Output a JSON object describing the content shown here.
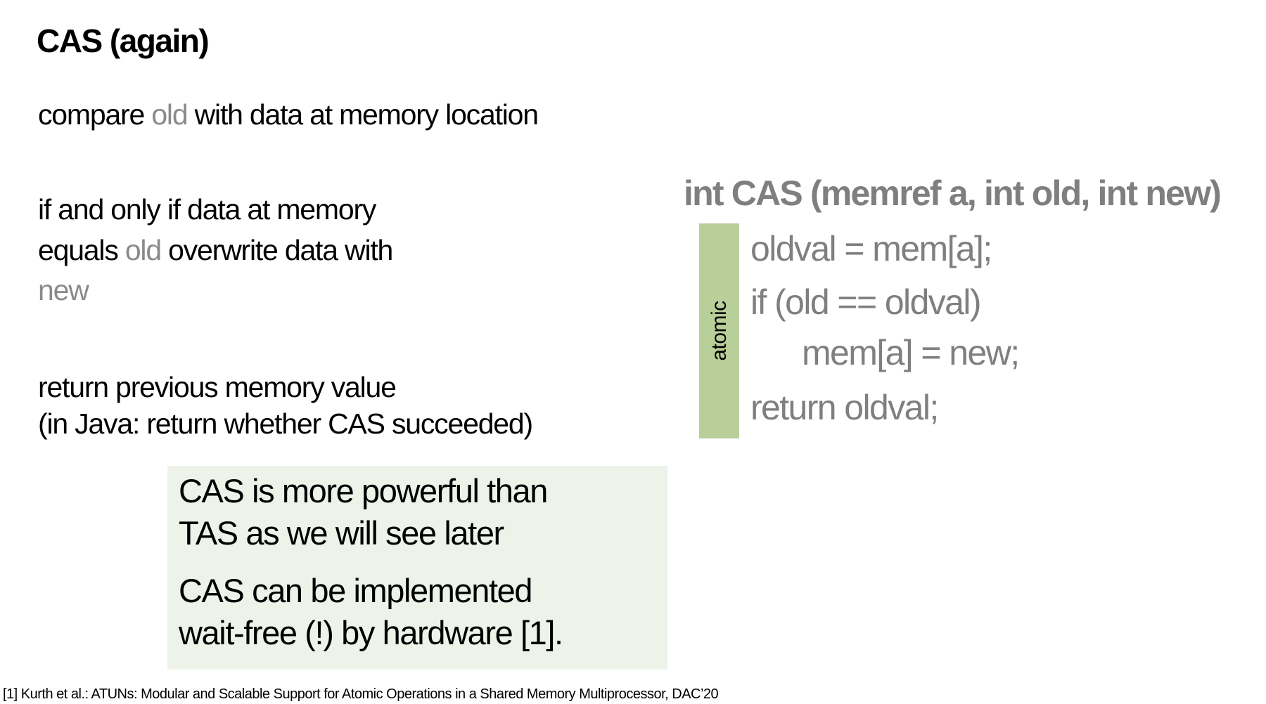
{
  "slide": {
    "title": "CAS (again)"
  },
  "explanation": {
    "line1": {
      "before": "compare ",
      "highlight": "old",
      "after": " with data at memory location"
    },
    "line2": "if and only if data at memory",
    "line3": {
      "before": "equals ",
      "highlight": "old",
      "after": " overwrite data with"
    },
    "line4": "new",
    "line5": "return previous memory value",
    "line6": "(in Java: return whether CAS succeeded)"
  },
  "code": {
    "signature": "int CAS (memref a, int old, int new)",
    "atomic_label": "atomic",
    "lines": [
      "oldval = mem[a];",
      "if (old == oldval)",
      "mem[a] = new;",
      "return oldval;"
    ]
  },
  "note": {
    "lines": [
      "CAS is more powerful than",
      "TAS as we will see later",
      "CAS can be implemented",
      "wait-free (!) by hardware [1]."
    ]
  },
  "footnote": "[1] Kurth et al.: ATUNs: Modular and Scalable Support for Atomic Operations in a Shared Memory Multiprocessor, DAC’20",
  "colors": {
    "atomic_bar": "#b9cf9a",
    "note_background": "#eef3ea",
    "code_text": "#7f7f7f",
    "highlight_text": "#8a8a8a"
  }
}
